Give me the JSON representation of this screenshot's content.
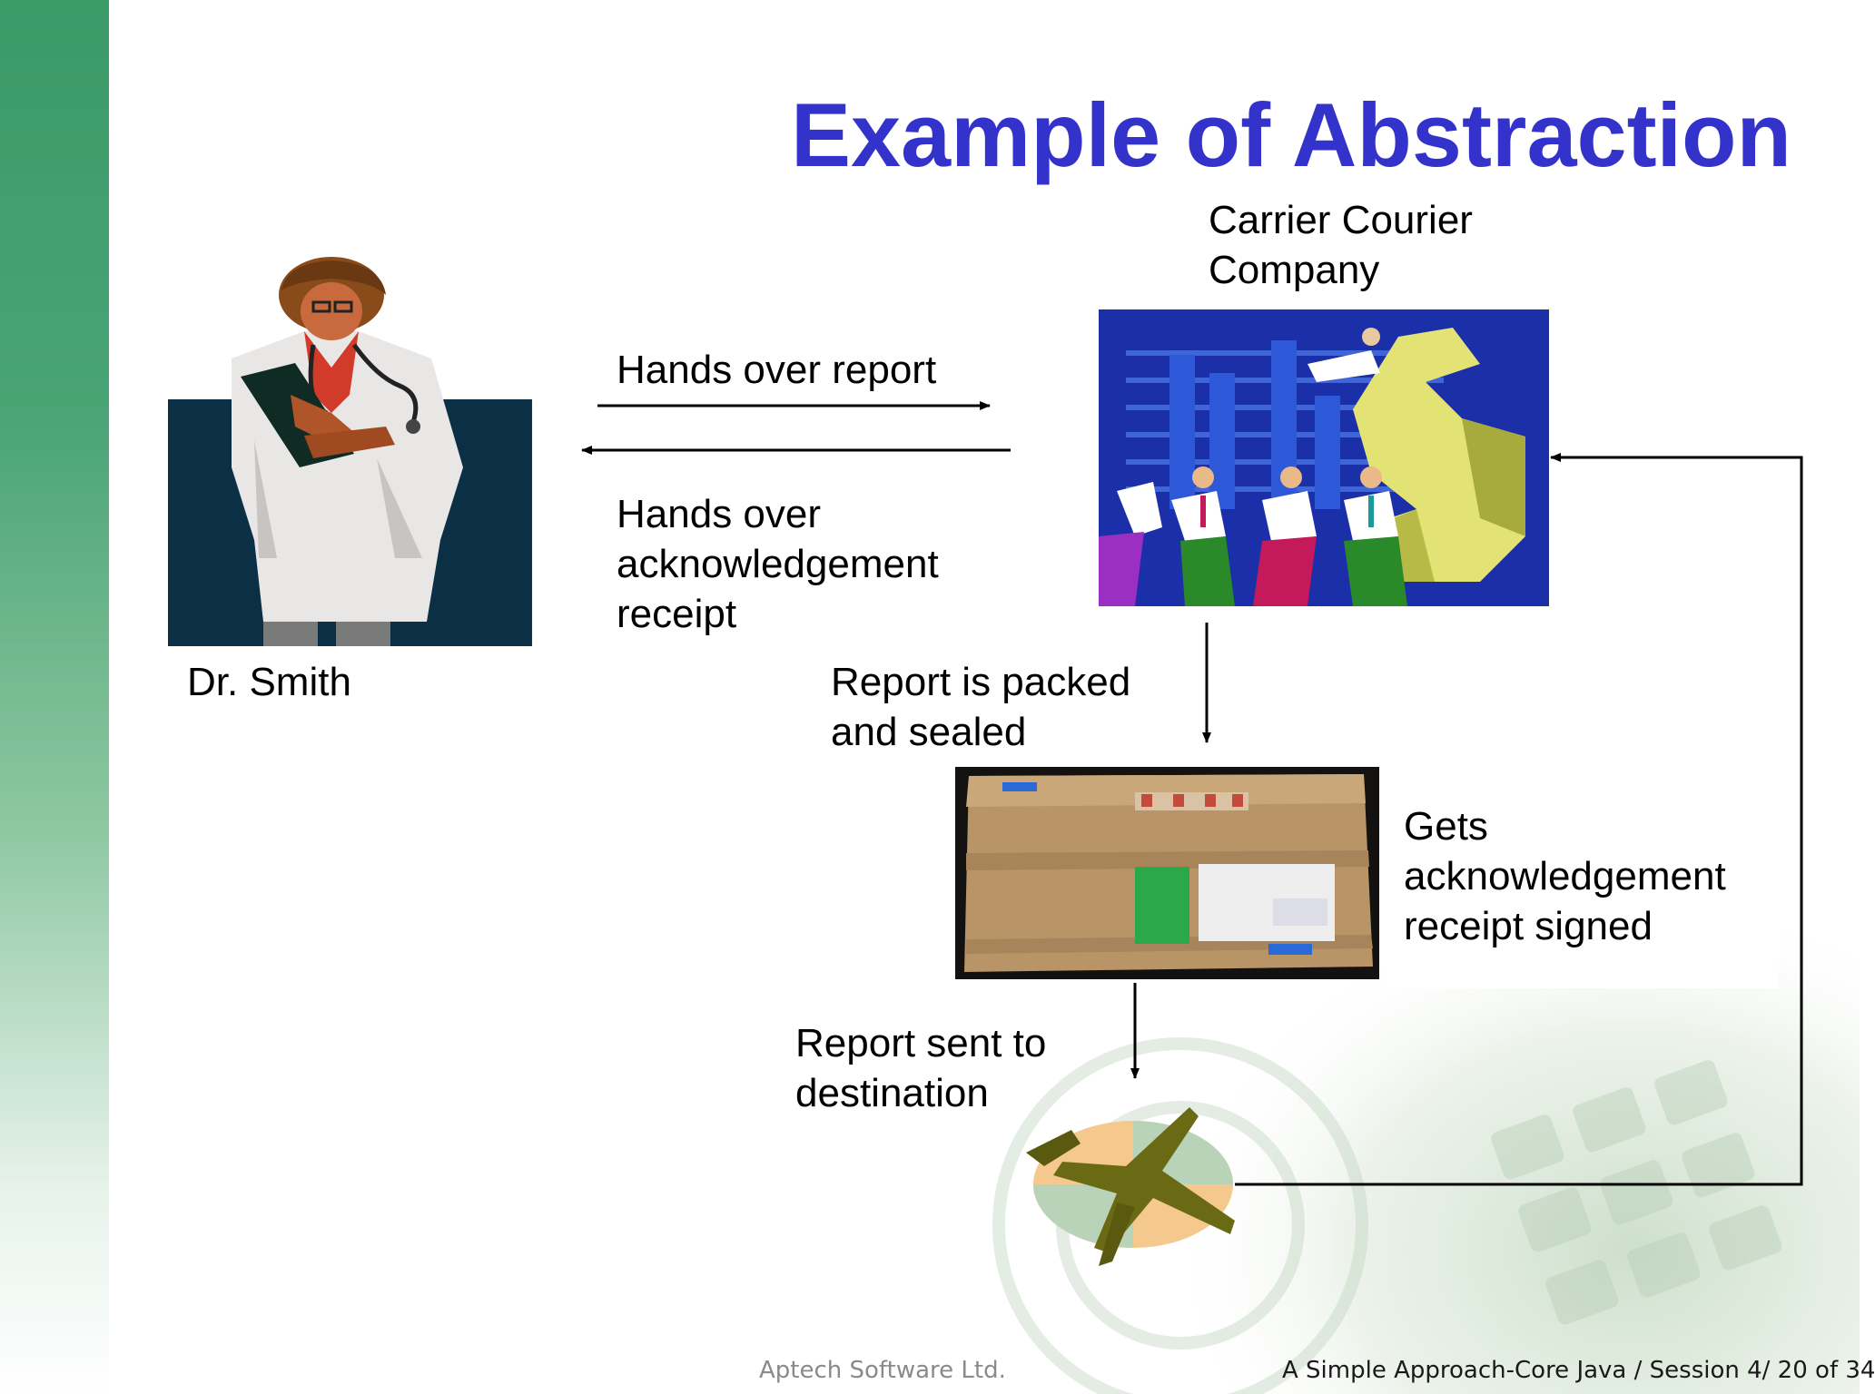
{
  "slide": {
    "title": "Example of Abstraction",
    "labels": {
      "courier_line1": "Carrier Courier",
      "courier_line2": "Company",
      "hands_over_report": "Hands over report",
      "hands_over_ack_line1": "Hands over",
      "hands_over_ack_line2": "acknowledgement",
      "hands_over_ack_line3": "receipt",
      "doctor_name": "Dr. Smith",
      "packed_line1": "Report is packed",
      "packed_line2": "and sealed",
      "gets_ack_line1": "Gets",
      "gets_ack_line2": "acknowledgement",
      "gets_ack_line3": "receipt signed",
      "sent_line1": "Report sent to",
      "sent_line2": "destination"
    },
    "footer": {
      "company": "Aptech Software Ltd.",
      "session": "A Simple Approach-Core Java / Session 4/ 20 of 34"
    },
    "colors": {
      "title": "#3333cc",
      "sidebar": "#3a9a68",
      "courier_bg": "#1a2fa8",
      "doctor_bg": "#0b2f45"
    },
    "icons": [
      "doctor-clipart",
      "courier-company-clipart",
      "parcel-photo",
      "airplane-icon"
    ]
  }
}
